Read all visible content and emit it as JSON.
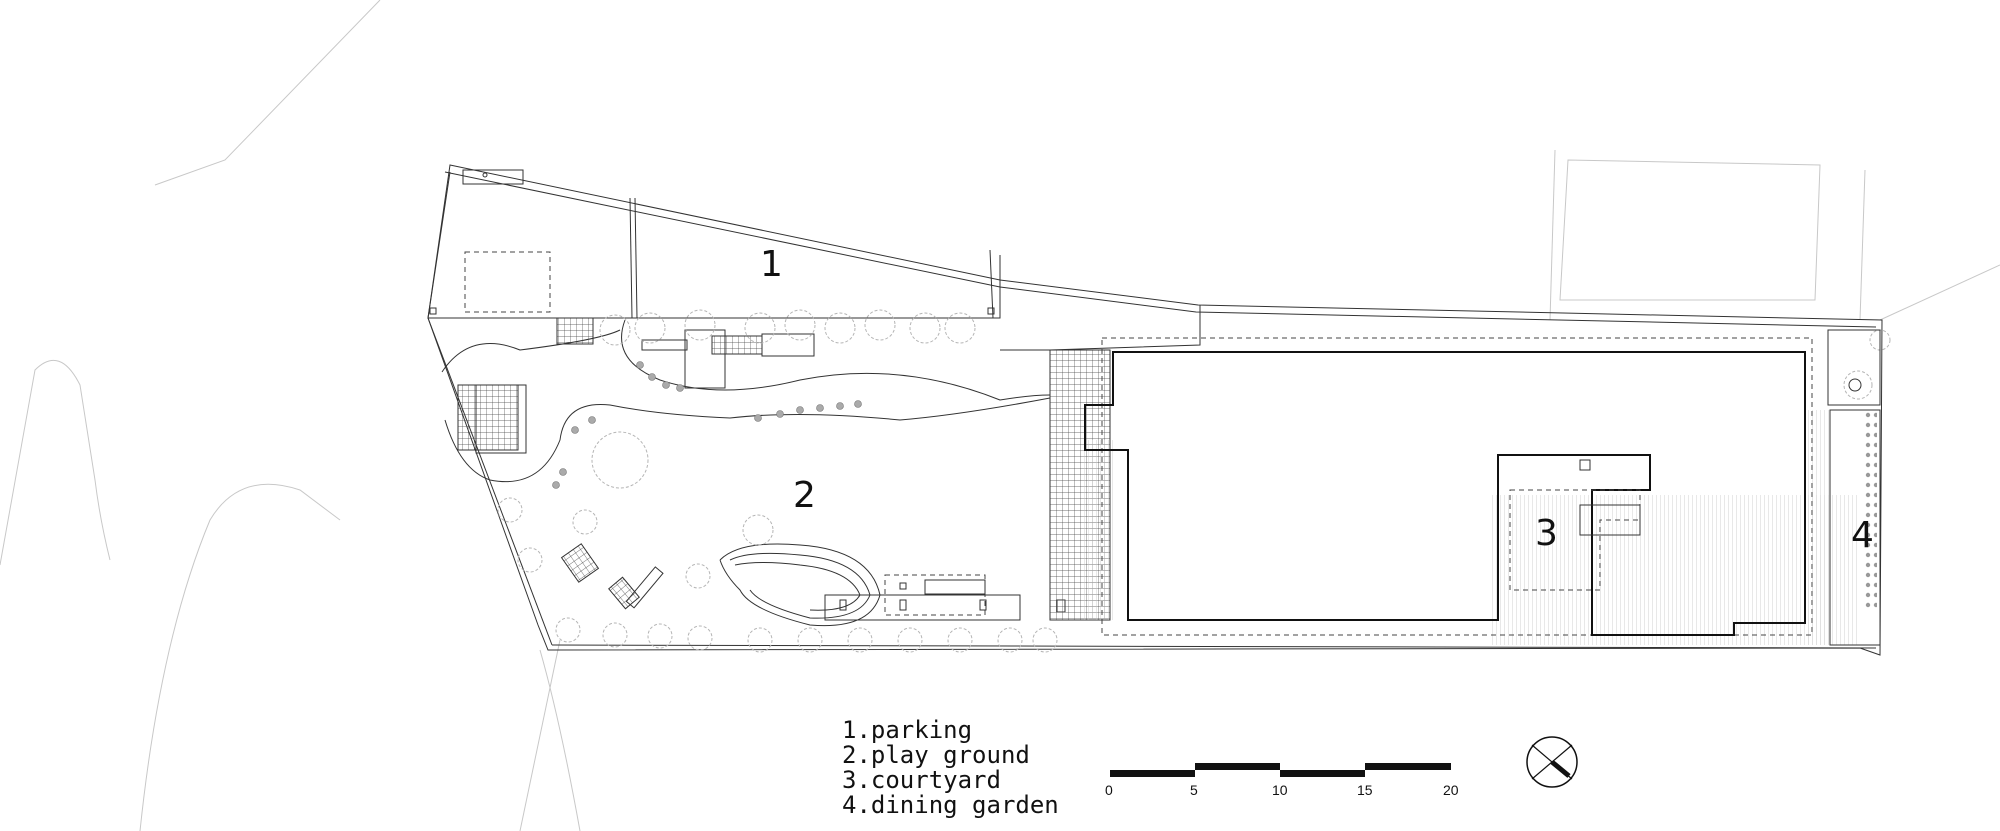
{
  "zones": [
    {
      "id": "1",
      "name": "parking"
    },
    {
      "id": "2",
      "name": "play ground"
    },
    {
      "id": "3",
      "name": "courtyard"
    },
    {
      "id": "4",
      "name": "dining garden"
    }
  ],
  "legend": [
    "1.parking",
    "2.play ground",
    "3.courtyard",
    "4.dining garden"
  ],
  "scale_bar": {
    "labels": [
      "0",
      "5",
      "10",
      "15",
      "20"
    ]
  },
  "colors": {
    "line": "#333333",
    "context": "#c8c8c8",
    "background": "#ffffff"
  },
  "icons": {
    "north": "north-arrow-icon"
  }
}
